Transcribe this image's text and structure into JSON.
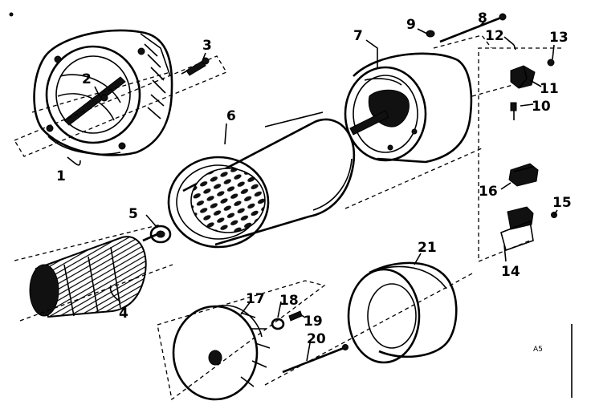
{
  "diagram": {
    "callouts": [
      "1",
      "2",
      "3",
      "4",
      "5",
      "6",
      "7",
      "8",
      "9",
      "10",
      "11",
      "12",
      "13",
      "14",
      "15",
      "16",
      "17",
      "18",
      "19",
      "20",
      "21"
    ],
    "corner_code": "A5"
  }
}
